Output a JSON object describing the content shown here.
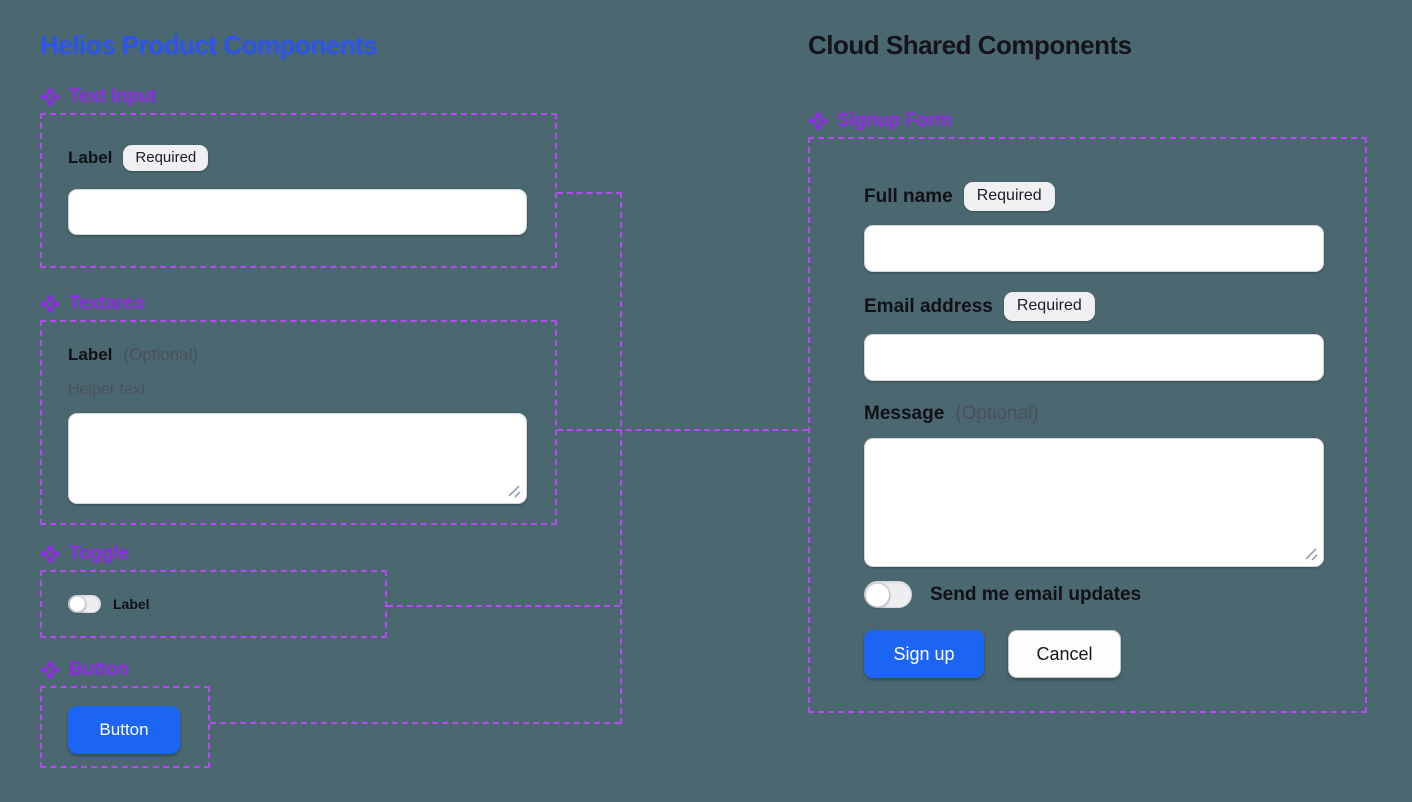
{
  "left": {
    "title": "Helios Product Components",
    "text_input": {
      "header": "Text Input",
      "label": "Label",
      "badge": "Required"
    },
    "textarea": {
      "header": "Textarea",
      "label": "Label",
      "optional": "(Optional)",
      "helper": "Helper text"
    },
    "toggle": {
      "header": "Toggle",
      "label": "Label"
    },
    "button": {
      "header": "Button",
      "label": "Button"
    }
  },
  "right": {
    "title": "Cloud Shared Components",
    "form": {
      "header": "Signup Form",
      "full_name": {
        "label": "Full name",
        "badge": "Required"
      },
      "email": {
        "label": "Email address",
        "badge": "Required"
      },
      "message": {
        "label": "Message",
        "optional": "(Optional)"
      },
      "toggle_label": "Send me email updates",
      "submit_label": "Sign up",
      "cancel_label": "Cancel"
    }
  },
  "icons": {
    "component_icon": "four-diamond component symbol",
    "resize_icon": "textarea resize grip"
  },
  "colors": {
    "background": "#4b6871",
    "title_blue": "#2b54f1",
    "component_purple": "#8d2ae4",
    "connector_purple": "#b44cf2",
    "button_blue": "#1b65f2"
  }
}
